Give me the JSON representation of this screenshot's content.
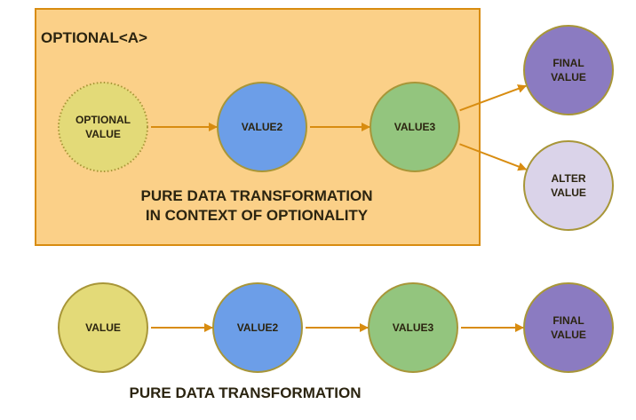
{
  "colors": {
    "container_fill": "#fbd088",
    "container_stroke": "#d88c10",
    "arrow": "#d88c10",
    "node_stroke": "#a89638",
    "yellow": "#e3da78",
    "blue": "#6c9ee8",
    "green": "#93c57e",
    "purple": "#8b7bc1",
    "lavender": "#dad3e9"
  },
  "optional_section": {
    "container_title": "OPTIONAL<A>",
    "caption_line1": "PURE DATA TRANSFORMATION",
    "caption_line2": "IN CONTEXT OF OPTIONALITY",
    "nodes": [
      {
        "id": "optional-value",
        "lines": [
          "OPTIONAL",
          "VALUE"
        ],
        "color": "yellow",
        "dotted": true
      },
      {
        "id": "value2",
        "lines": [
          "VALUE2"
        ],
        "color": "blue",
        "dotted": false
      },
      {
        "id": "value3",
        "lines": [
          "VALUE3"
        ],
        "color": "green",
        "dotted": false
      },
      {
        "id": "final-value",
        "lines": [
          "FINAL",
          "VALUE"
        ],
        "color": "purple",
        "dotted": false
      },
      {
        "id": "alter-value",
        "lines": [
          "ALTER",
          "VALUE"
        ],
        "color": "lavender",
        "dotted": false
      }
    ],
    "edges": [
      {
        "from": "optional-value",
        "to": "value2"
      },
      {
        "from": "value2",
        "to": "value3"
      },
      {
        "from": "value3",
        "to": "final-value"
      },
      {
        "from": "value3",
        "to": "alter-value"
      }
    ]
  },
  "pure_section": {
    "caption": "PURE DATA TRANSFORMATION",
    "nodes": [
      {
        "id": "value",
        "lines": [
          "VALUE"
        ],
        "color": "yellow",
        "dotted": false
      },
      {
        "id": "value2",
        "lines": [
          "VALUE2"
        ],
        "color": "blue",
        "dotted": false
      },
      {
        "id": "value3",
        "lines": [
          "VALUE3"
        ],
        "color": "green",
        "dotted": false
      },
      {
        "id": "final-value",
        "lines": [
          "FINAL",
          "VALUE"
        ],
        "color": "purple",
        "dotted": false
      }
    ],
    "edges": [
      {
        "from": "value",
        "to": "value2"
      },
      {
        "from": "value2",
        "to": "value3"
      },
      {
        "from": "value3",
        "to": "final-value"
      }
    ]
  }
}
